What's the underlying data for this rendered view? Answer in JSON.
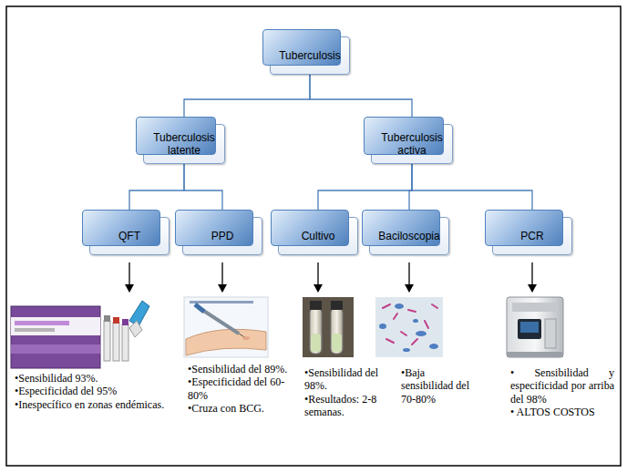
{
  "diagram": {
    "nodes": [
      {
        "text": [
          "Tuberculosis"
        ]
      },
      {
        "text": [
          "Tuberculosis latente"
        ]
      },
      {
        "text": [
          "Tuberculosis activa"
        ]
      },
      {
        "text": [
          "QFT"
        ]
      },
      {
        "text": [
          "PPD"
        ]
      },
      {
        "text": [
          "Cultivo"
        ]
      },
      {
        "text": [
          "Baciloscopia"
        ]
      },
      {
        "text": [
          "PCR"
        ]
      }
    ],
    "edges": [
      {
        "from": 0,
        "to": 1,
        "arrow": "none"
      },
      {
        "from": 0,
        "to": 2,
        "arrow": "none"
      },
      {
        "from": 1,
        "to": 3,
        "arrow": "none"
      },
      {
        "from": 1,
        "to": 4,
        "arrow": "none"
      },
      {
        "from": 2,
        "to": 5,
        "arrow": "none"
      },
      {
        "from": 2,
        "to": 6,
        "arrow": "none"
      },
      {
        "from": 2,
        "to": 7,
        "arrow": "none"
      }
    ],
    "labels": [
      "•Sensibilidad 93%.",
      "•Especificidad del 95%",
      "•Inespecífico en zonas endémicas.",
      "•Sensibilidad del 89%.",
      "•Especificidad del 60-80%",
      "•Cruza con BCG.",
      "•Sensibilidad del 98%.",
      "•Resultados: 2-8 semanas.",
      "•Baja sensibilidad del 70-80%",
      "• Sensibilidad y especificidad por arriba del 98%",
      "• ALTOS COSTOS"
    ]
  }
}
